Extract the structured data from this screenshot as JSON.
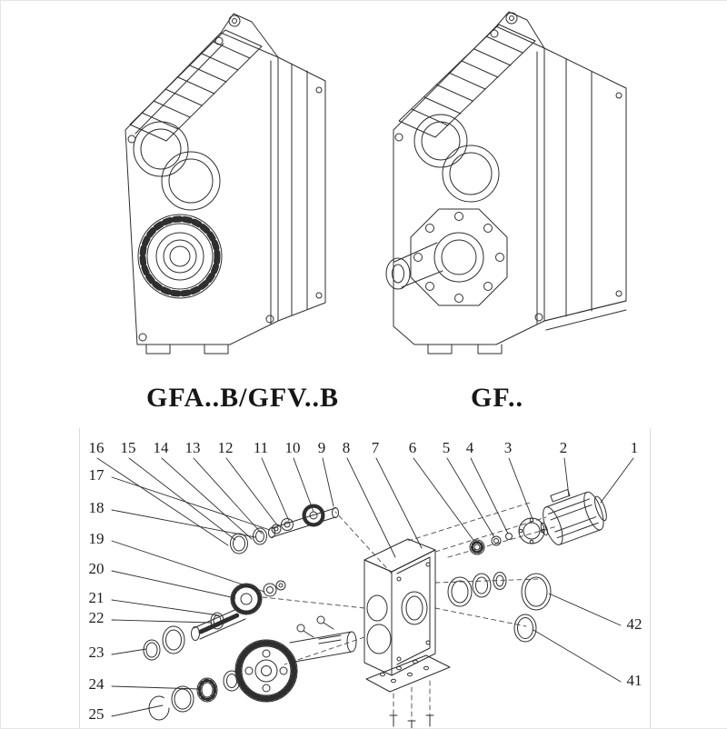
{
  "figures": {
    "left_caption": "GFA..B/GFV..B",
    "right_caption": "GF.."
  },
  "exploded": {
    "callouts_top": [
      "16",
      "15",
      "14",
      "13",
      "12",
      "11",
      "10",
      "9",
      "8",
      "7",
      "6",
      "5",
      "4",
      "3",
      "2",
      "1"
    ],
    "callouts_left": [
      "17",
      "18",
      "19",
      "20",
      "21",
      "22",
      "23",
      "24",
      "25"
    ],
    "callouts_right": [
      "42",
      "41"
    ]
  },
  "colors": {
    "ink": "#2e2e2e",
    "background": "#ffffff"
  }
}
